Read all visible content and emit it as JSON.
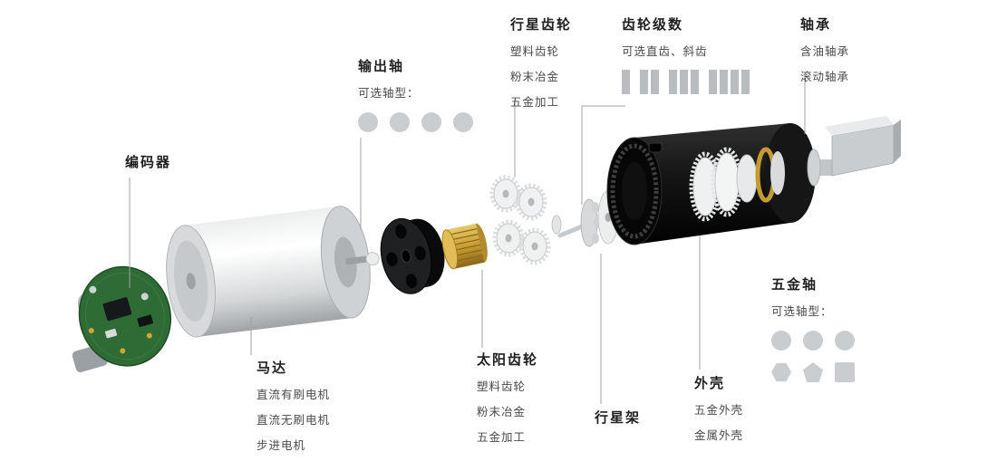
{
  "colors": {
    "heading": "#1f1f1f",
    "subtext": "#4a4a4a",
    "leader_line": "#a0a0a0",
    "shape_fill": "#c9cdd0",
    "accent_gold": "#c49a33",
    "pcb_green": "#2e6b35",
    "housing_black": "#141414"
  },
  "labels": {
    "encoder": {
      "title": "编码器"
    },
    "output_shaft": {
      "title": "输出轴",
      "subtitle": "可选轴型：",
      "shaft_shapes": [
        "circle",
        "circle",
        "circle",
        "circle"
      ]
    },
    "planetary_gear": {
      "title": "行星齿轮",
      "items": [
        "塑料齿轮",
        "粉末冶金",
        "五金加工"
      ]
    },
    "gear_stages": {
      "title": "齿轮级数",
      "subtitle": "可选直齿、斜齿",
      "stage_counts": [
        1,
        2,
        3,
        4
      ]
    },
    "bearing": {
      "title": "轴承",
      "items": [
        "含油轴承",
        "滚动轴承"
      ]
    },
    "motor": {
      "title": "马达",
      "items": [
        "直流有刷电机",
        "直流无刷电机",
        "步进电机"
      ]
    },
    "sun_gear": {
      "title": "太阳齿轮",
      "items": [
        "塑料齿轮",
        "粉末冶金",
        "五金加工"
      ]
    },
    "planet_carrier": {
      "title": "行星架"
    },
    "housing": {
      "title": "外壳",
      "items": [
        "五金外壳",
        "金属外壳"
      ]
    },
    "metal_shaft": {
      "title": "五金轴",
      "subtitle": "可选轴型：",
      "shaft_shapes_row1": [
        "circle",
        "circle",
        "circle"
      ],
      "shaft_shapes_row2": [
        "hexagon",
        "pentagon",
        "square"
      ]
    }
  }
}
